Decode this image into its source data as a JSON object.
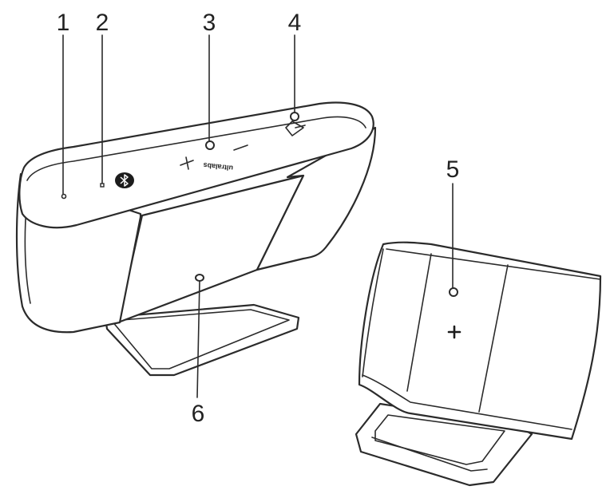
{
  "callouts": {
    "c1": "1",
    "c2": "2",
    "c3": "3",
    "c4": "4",
    "c5": "5",
    "c6": "6"
  },
  "device": {
    "brand_label": "ultralabs"
  },
  "icons": {
    "bluetooth": "bluetooth-icon",
    "volume_up": "plus-icon",
    "volume_down": "minus-icon",
    "speaker": "speaker-icon",
    "charge": "plus-icon"
  },
  "colors": {
    "outline": "#2b2b2b",
    "background": "#ffffff"
  }
}
